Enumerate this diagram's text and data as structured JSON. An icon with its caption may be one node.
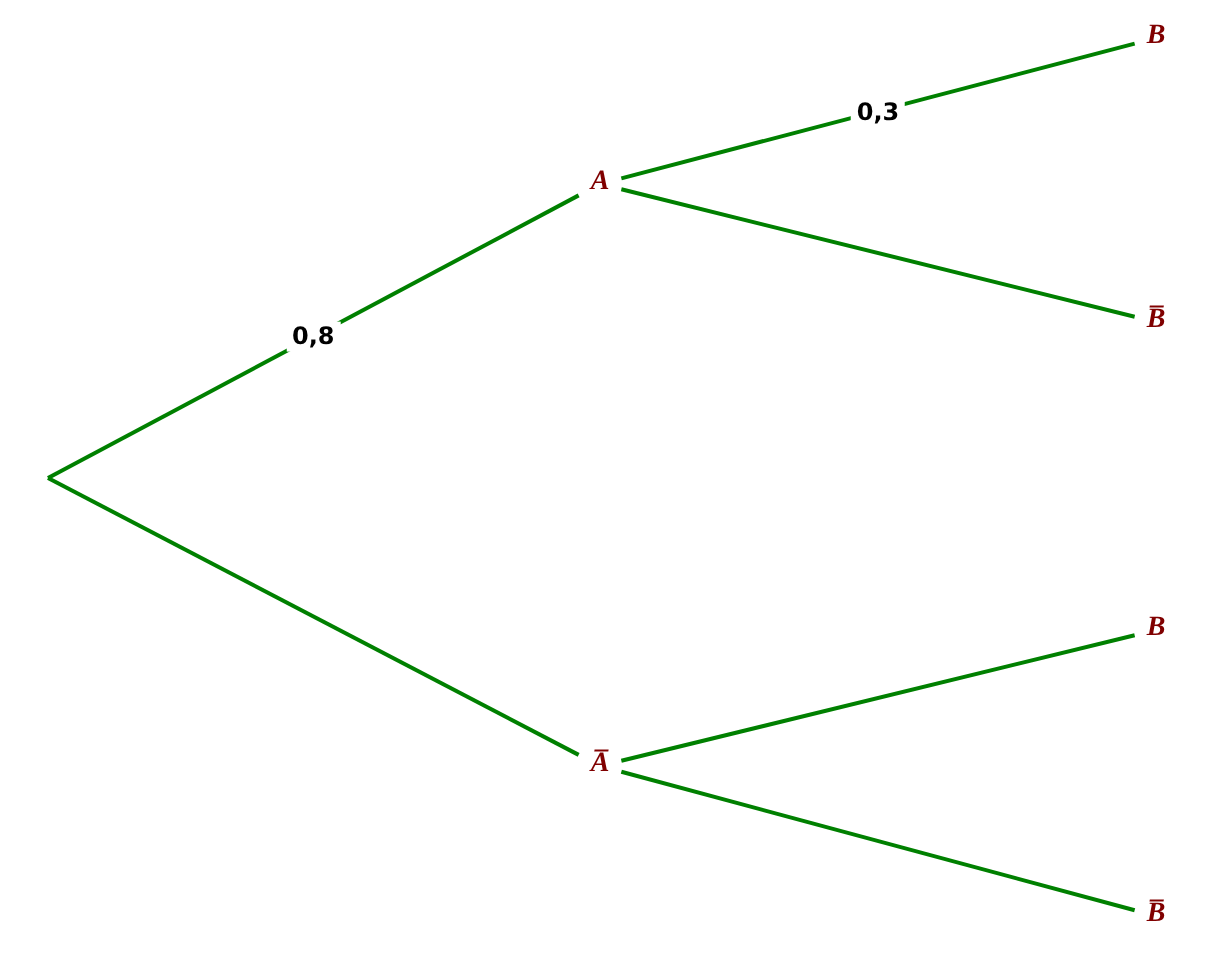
{
  "diagram": {
    "nodes": [
      {
        "text": [
          "A"
        ]
      },
      {
        "text": [
          "A̅"
        ]
      },
      {
        "text": [
          "B"
        ]
      },
      {
        "text": [
          "B̅"
        ]
      },
      {
        "text": [
          "B"
        ]
      },
      {
        "text": [
          "B̅"
        ]
      }
    ],
    "edges": [
      {
        "from": null,
        "to": 0,
        "arrow": "none",
        "label": "0,8"
      },
      {
        "from": null,
        "to": 1,
        "arrow": "none"
      },
      {
        "from": 0,
        "to": 2,
        "arrow": "none",
        "label": "0,3"
      },
      {
        "from": 0,
        "to": 3,
        "arrow": "none"
      },
      {
        "from": 1,
        "to": 4,
        "arrow": "none"
      },
      {
        "from": 1,
        "to": 5,
        "arrow": "none"
      }
    ]
  }
}
